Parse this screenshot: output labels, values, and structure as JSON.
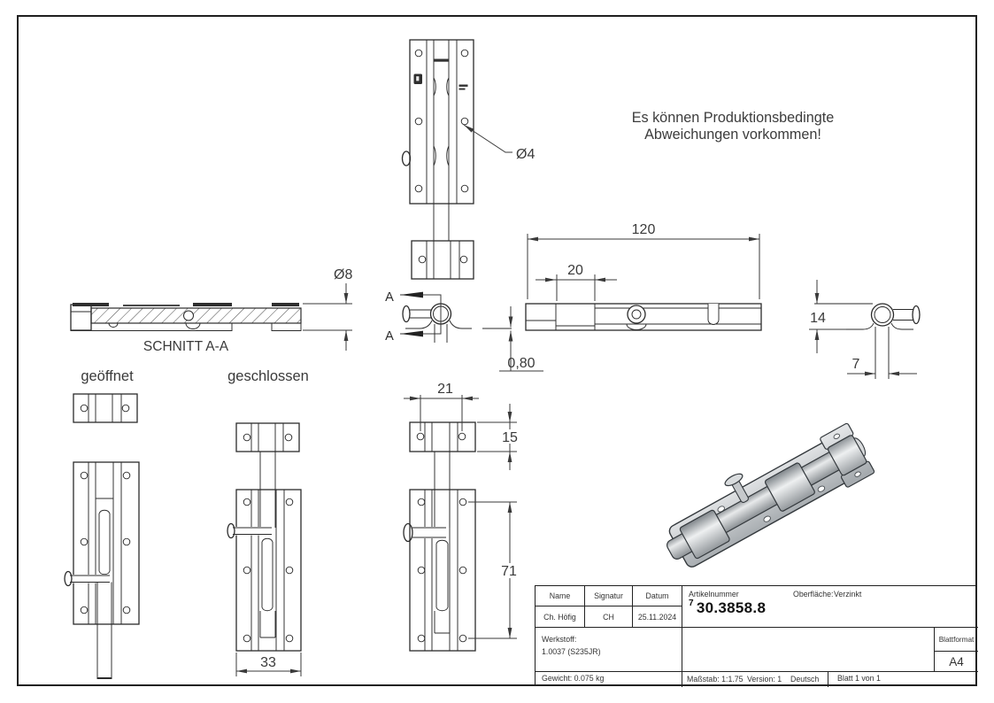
{
  "note": {
    "line1": "Es können Produktionsbedingte",
    "line2": "Abweichungen vorkommen!"
  },
  "view_labels": {
    "section": "SCHNITT A-A",
    "open": "geöffnet",
    "closed": "geschlossen",
    "cut_letter": "A"
  },
  "dimensions": {
    "dia4": "Ø4",
    "dia8": "Ø8",
    "len120": "120",
    "len20": "20",
    "thk080": "0,80",
    "h14": "14",
    "w7": "7",
    "w21": "21",
    "h15": "15",
    "h71": "71",
    "w33": "33"
  },
  "title_block": {
    "name_label": "Name",
    "signature_label": "Signatur",
    "date_label": "Datum",
    "article_label": "Artikelnummer",
    "surface_label": "Oberfläche:",
    "surface_value": "Verzinkt",
    "name_value": "Ch. Höfig",
    "signature_value": "CH",
    "date_value": "25.11.2024",
    "article_prefix": "7",
    "article_number": "30.3858.8",
    "material_label": "Werkstoff:",
    "material_value": "1.0037 (S235JR)",
    "weight": "Gewicht: 0.075 kg",
    "scale": "Maßstab: 1:1.75",
    "version": "Version: 1",
    "language": "Deutsch",
    "sheet": "Blatt 1 von 1",
    "format_label": "Blattformat",
    "format_value": "A4"
  },
  "colors": {
    "line": "#2b2b2b",
    "dim": "#3a3a3a",
    "model_gray": "#aeb3b8",
    "model_light": "#e2e4e6",
    "model_dark": "#7f858a"
  }
}
